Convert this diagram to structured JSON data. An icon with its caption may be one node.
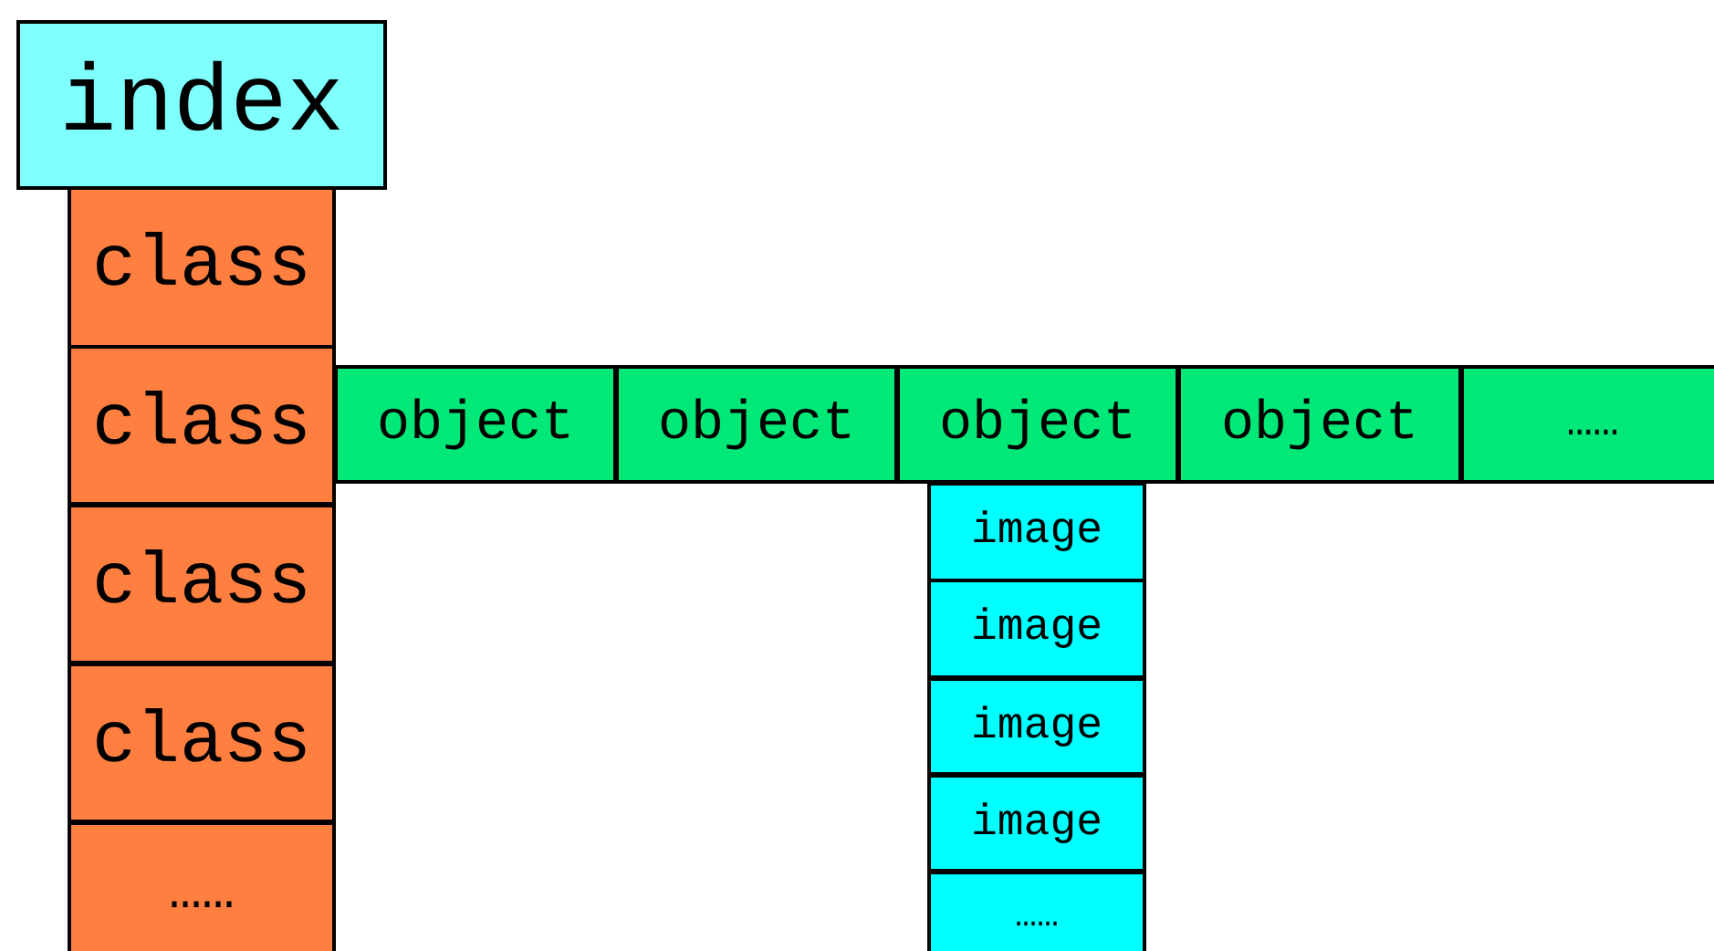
{
  "diagram": {
    "nodes": [
      {
        "text": [
          "index"
        ]
      },
      {
        "text": [
          "class"
        ]
      },
      {
        "text": [
          "class"
        ]
      },
      {
        "text": [
          "class"
        ]
      },
      {
        "text": [
          "class"
        ]
      },
      {
        "text": [
          "……"
        ]
      },
      {
        "text": [
          "object"
        ]
      },
      {
        "text": [
          "object"
        ]
      },
      {
        "text": [
          "object"
        ]
      },
      {
        "text": [
          "object"
        ]
      },
      {
        "text": [
          "……"
        ]
      },
      {
        "text": [
          "image"
        ]
      },
      {
        "text": [
          "image"
        ]
      },
      {
        "text": [
          "image"
        ]
      },
      {
        "text": [
          "image"
        ]
      },
      {
        "text": [
          "……"
        ]
      }
    ]
  }
}
